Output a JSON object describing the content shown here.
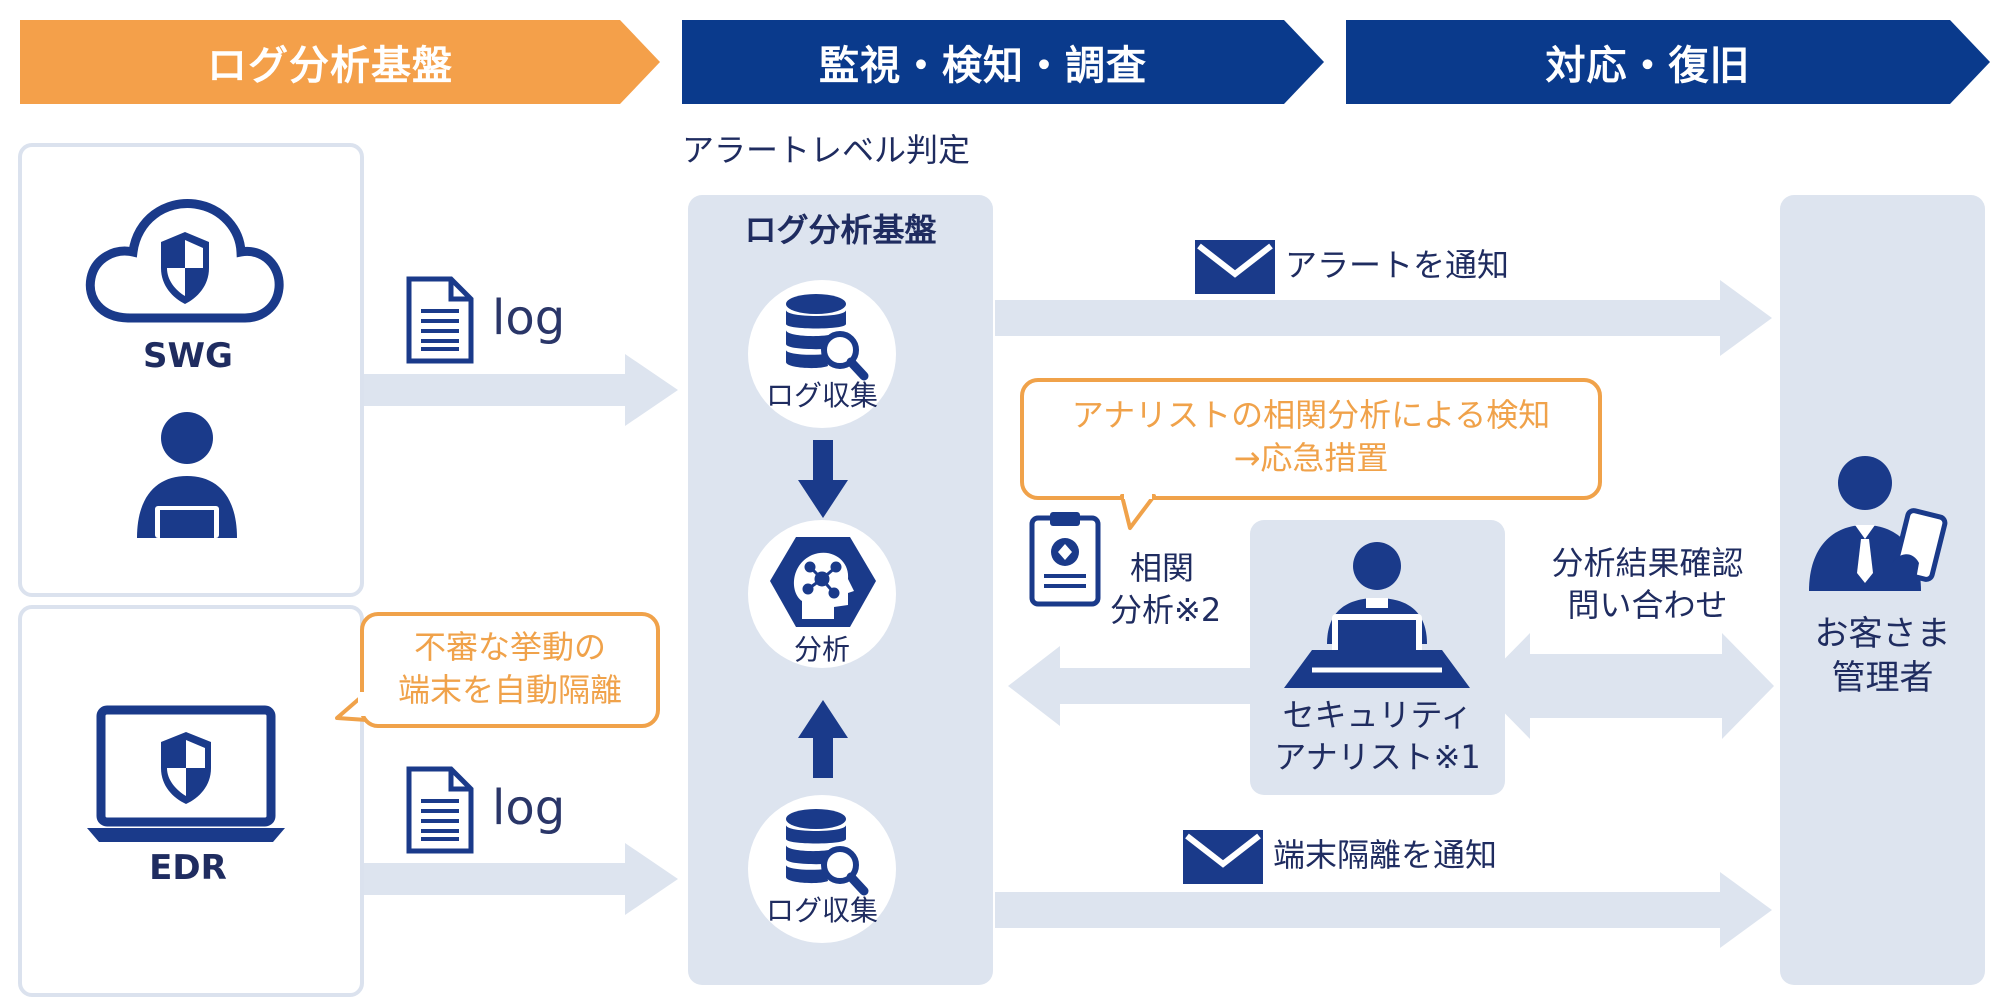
{
  "header": {
    "step1": "ログ分析基盤",
    "step2": "監視・検知・調査",
    "step3": "対応・復旧"
  },
  "sources": {
    "swg_label": "SWG",
    "edr_label": "EDR",
    "log_label_1": "log",
    "log_label_2": "log",
    "edr_bubble_line1": "不審な挙動の",
    "edr_bubble_line2": "端末を自動隔離"
  },
  "platform": {
    "alert_level": "アラートレベル判定",
    "title": "ログ分析基盤",
    "collect_top": "ログ収集",
    "analyze": "分析",
    "collect_bottom": "ログ収集"
  },
  "flows": {
    "alert_notify": "アラートを通知",
    "isolation_notify": "端末隔離を通知",
    "analyst_bubble_line1": "アナリストの相関分析による検知",
    "analyst_bubble_line2": "→応急措置",
    "correlation_line1": "相関",
    "correlation_line2": "分析※2",
    "inquiry_line1": "分析結果確認",
    "inquiry_line2": "問い合わせ"
  },
  "analyst": {
    "line1": "セキュリティ",
    "line2": "アナリスト※1"
  },
  "customer": {
    "line1": "お客さま",
    "line2": "管理者"
  },
  "colors": {
    "orange": "#f4a04a",
    "navy": "#0a3a8c",
    "panel": "#dde4ef",
    "icon_navy": "#1a3a8a"
  }
}
